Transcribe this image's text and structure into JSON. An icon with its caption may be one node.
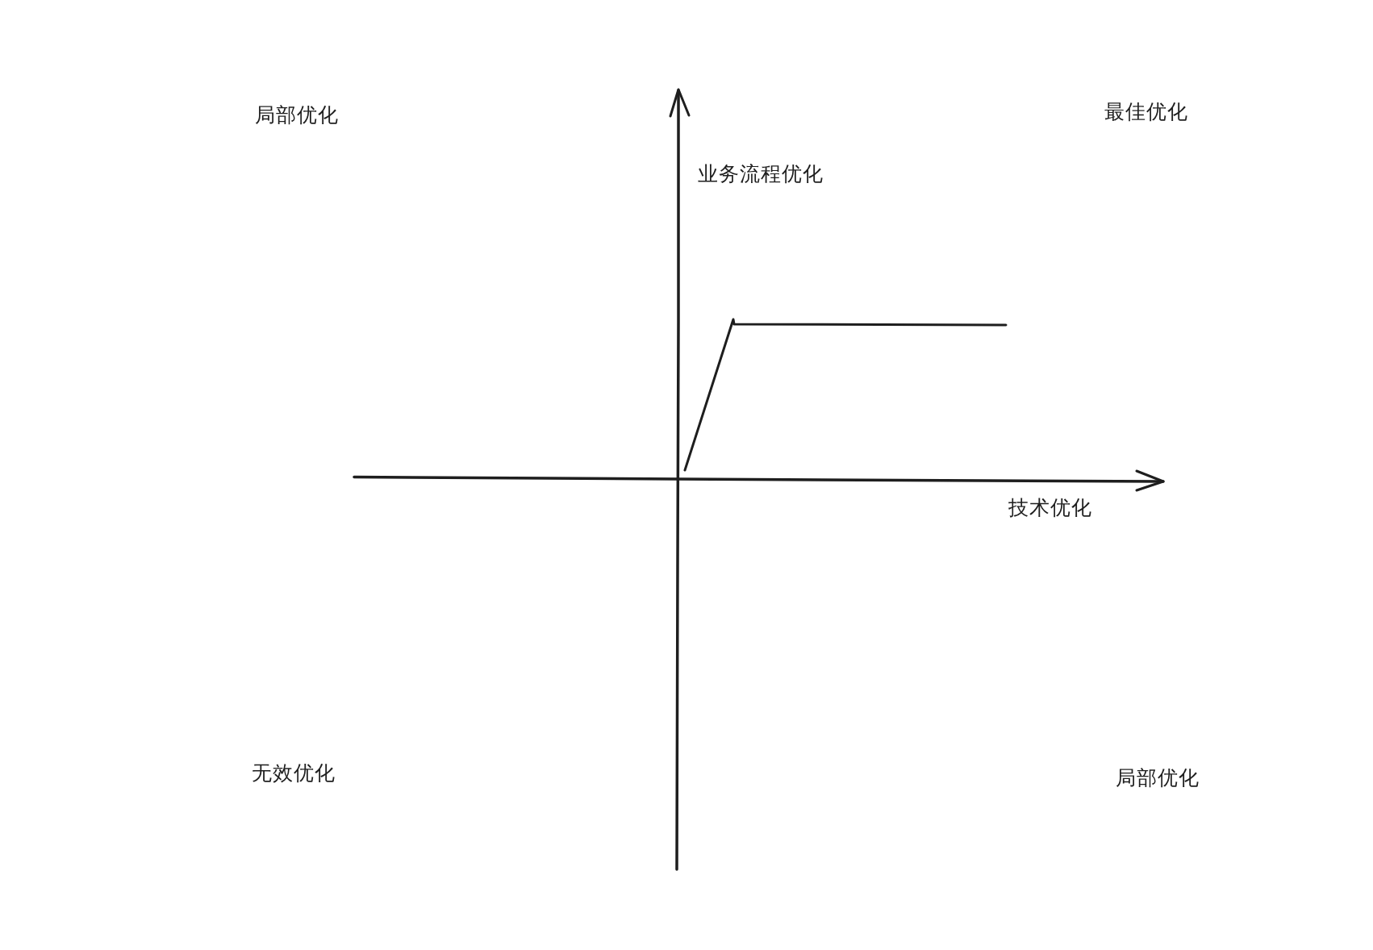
{
  "diagram": {
    "labels": [
      "局部优化",
      "最佳优化",
      "业务流程优化",
      "技术优化",
      "无效优化",
      "局部优化"
    ]
  }
}
